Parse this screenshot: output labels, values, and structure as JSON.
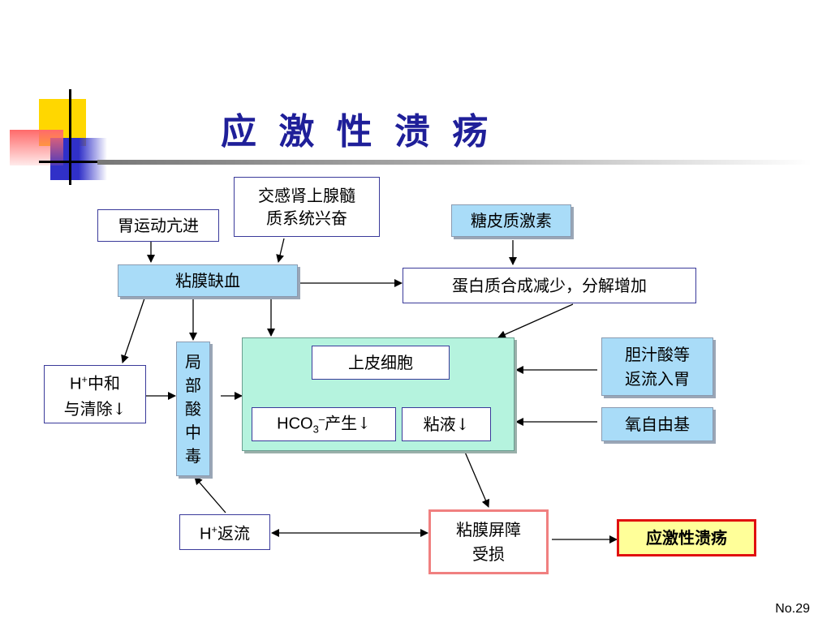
{
  "slide": {
    "title": "应 激 性 溃 疡",
    "page_number": "No.29"
  },
  "nodes": {
    "gastric_motility": "胃运动亢进",
    "sympathetic_line1": "交感肾上腺髓",
    "sympathetic_line2": "质系统兴奋",
    "glucocorticoid": "糖皮质激素",
    "mucosal_ischemia": "粘膜缺血",
    "protein": "蛋白质合成减少，分解增加",
    "h_neutral_h": "H",
    "h_neutral_sup": "+",
    "h_neutral_line1": "中和",
    "h_neutral_line2": "与清除↓",
    "acidosis": [
      "局",
      "部",
      "酸",
      "中",
      "毒"
    ],
    "epithelial": "上皮细胞",
    "hco3_main": "HCO",
    "hco3_sub": "3",
    "hco3_sup": "–",
    "hco3_suffix": "产生↓",
    "mucus": "粘液↓",
    "bile_line1": "胆汁酸等",
    "bile_line2": "返流入胃",
    "oxygen_radical": "氧自由基",
    "h_backflow_h": "H",
    "h_backflow_sup": "+",
    "h_backflow_suffix": "返流",
    "barrier_line1": "粘膜屏障",
    "barrier_line2": "受损",
    "stress_ulcer": "应激性溃疡"
  },
  "colors": {
    "title": "#1f1f99",
    "light_blue_box": "#a9dcf8",
    "aqua_box": "#b5f3de",
    "barrier_border": "#f08080",
    "result_border": "#e01010",
    "result_fill": "#ffff99"
  }
}
